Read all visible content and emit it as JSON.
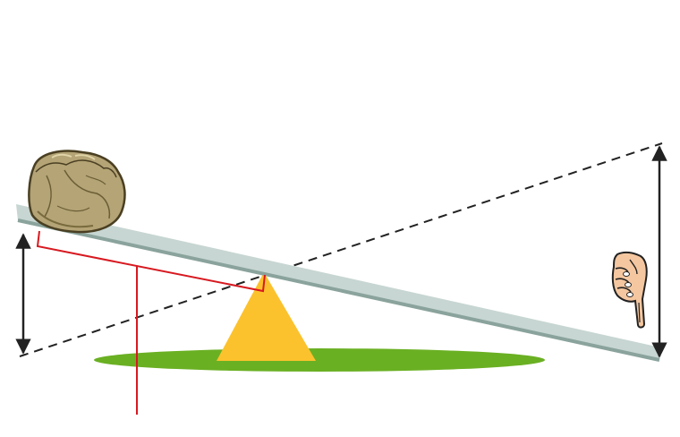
{
  "diagram": {
    "subject": "lever",
    "elements": [
      "rock-load",
      "lever-beam",
      "fulcrum",
      "ground",
      "effort-hand",
      "rotated-beam-dashed",
      "effort-displacement-arrow",
      "load-displacement-arrow",
      "load-arm-bracket",
      "fulcrum-pointer-line"
    ]
  },
  "colors": {
    "beam": "#c7d6d2",
    "beam_shadow": "#8aa39c",
    "fulcrum": "#fcc22d",
    "ground": "#6ab023",
    "bracket": "#d71920",
    "arrow": "#222222",
    "dashed": "#222222",
    "rock": "#b4a476",
    "rock_outline": "#4a3f22",
    "skin": "#f5c7a0"
  },
  "icons": {
    "load": "rock-icon",
    "effort": "pointing-hand-icon"
  }
}
